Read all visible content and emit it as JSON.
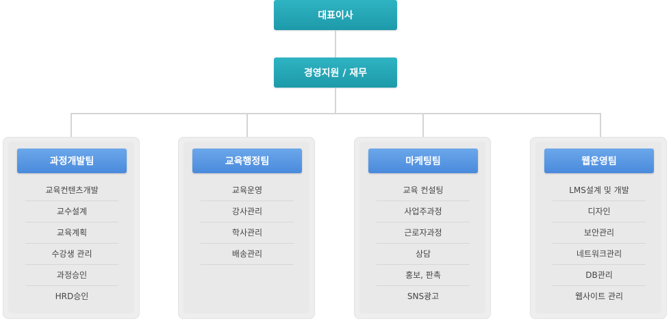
{
  "org": {
    "ceo": "대표이사",
    "management": "경영지원 / 재무"
  },
  "teams": [
    {
      "name": "과정개발팀",
      "tasks": [
        "교육컨텐츠개발",
        "교수설계",
        "교육계획",
        "수강생 관리",
        "과정승인",
        "HRD승인"
      ]
    },
    {
      "name": "교육행정팀",
      "tasks": [
        "교육운영",
        "강사관리",
        "학사관리",
        "배송관리",
        ""
      ]
    },
    {
      "name": "마케팅팀",
      "tasks": [
        "교육 컨설팅",
        "사업주과정",
        "근로자과정",
        "상담",
        "홍보, 판촉",
        "SNS광고"
      ]
    },
    {
      "name": "웹운영팀",
      "tasks": [
        "LMS설계 및 개발",
        "디자인",
        "보안관리",
        "네트워크관리",
        "DB관리",
        "웹사이트 관리"
      ]
    }
  ],
  "colors": {
    "top_box": "#25a7b7",
    "team_header": "#5a97e2",
    "panel_bg": "#ebebeb",
    "connector": "#d4d4d4"
  }
}
